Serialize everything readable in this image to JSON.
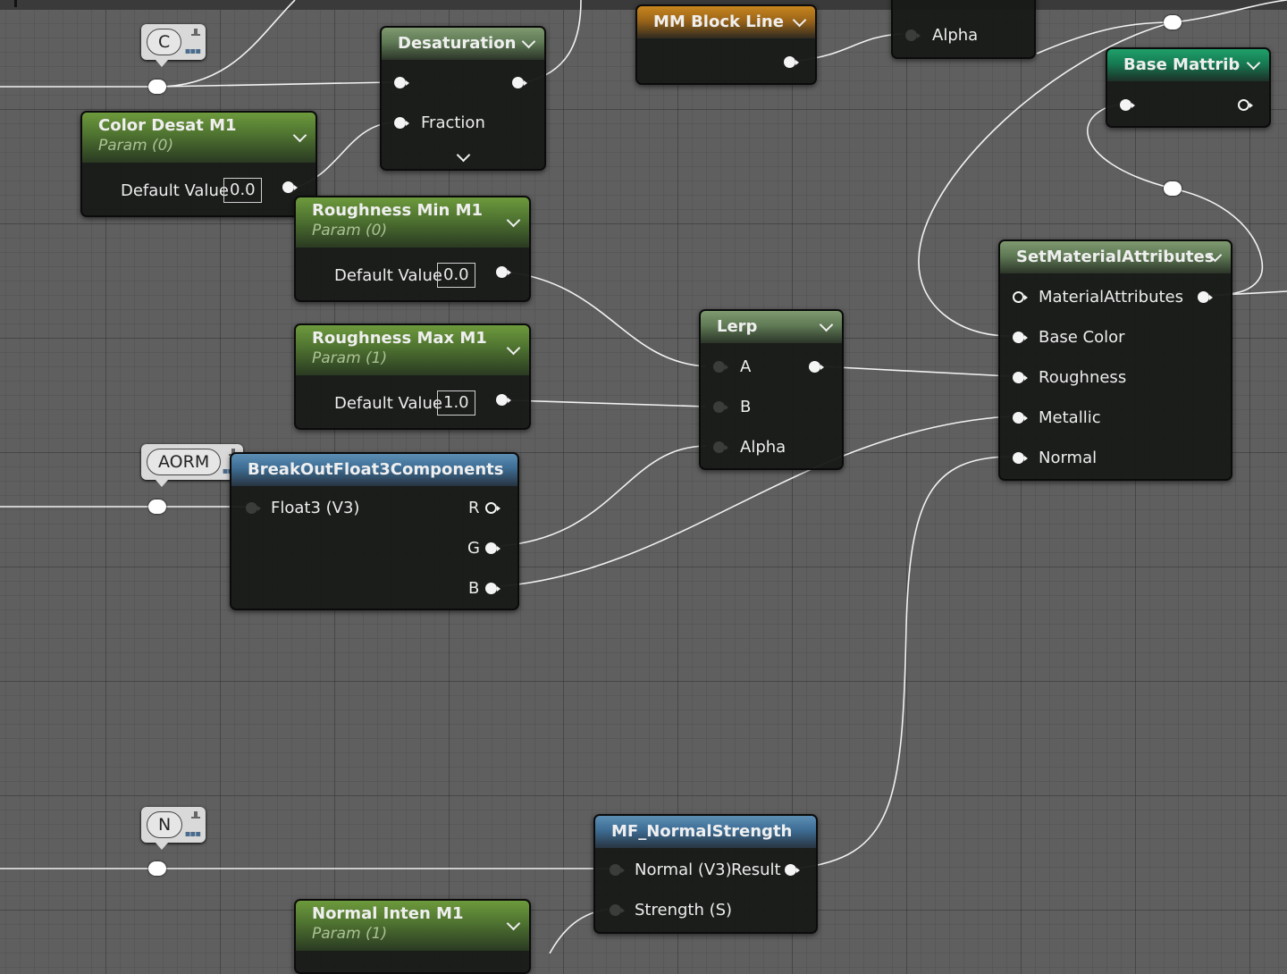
{
  "graph": {
    "reroutes": [
      {
        "label": "C"
      },
      {
        "label": "AORM"
      },
      {
        "label": "N"
      }
    ],
    "nodes": {
      "desaturation": {
        "title": "Desaturation",
        "pins": [
          "Fraction"
        ]
      },
      "mm_block_line": {
        "title": "MM Block Line"
      },
      "alpha_node": {
        "pins": [
          "Alpha"
        ]
      },
      "base_mattrib": {
        "title": "Base Mattrib"
      },
      "color_desat": {
        "title": "Color Desat M1",
        "subtitle": "Param (0)",
        "default_label": "Default Value",
        "value": "0.0"
      },
      "roughness_min": {
        "title": "Roughness Min M1",
        "subtitle": "Param (0)",
        "default_label": "Default Value",
        "value": "0.0"
      },
      "roughness_max": {
        "title": "Roughness Max M1",
        "subtitle": "Param (1)",
        "default_label": "Default Value",
        "value": "1.0"
      },
      "lerp": {
        "title": "Lerp",
        "pins": [
          "A",
          "B",
          "Alpha"
        ]
      },
      "set_material_attributes": {
        "title": "SetMaterialAttributes",
        "pins": [
          "MaterialAttributes",
          "Base Color",
          "Roughness",
          "Metallic",
          "Normal"
        ]
      },
      "break_out": {
        "title": "BreakOutFloat3Components",
        "input": "Float3 (V3)",
        "outputs": [
          "R",
          "G",
          "B"
        ]
      },
      "normal_strength": {
        "title": "MF_NormalStrength",
        "pins": [
          "Normal (V3)",
          "Strength (S)"
        ],
        "output": "Result"
      },
      "normal_inten": {
        "title": "Normal Inten M1",
        "subtitle": "Param (1)"
      }
    },
    "colors": {
      "param_header": "#5a8a34",
      "material_header": "#1a8c5c",
      "function_header": "#c8861f",
      "utility_header": "#4a7ba2",
      "wire": "#f2f2f2",
      "canvas": "#5f5f5f"
    }
  }
}
